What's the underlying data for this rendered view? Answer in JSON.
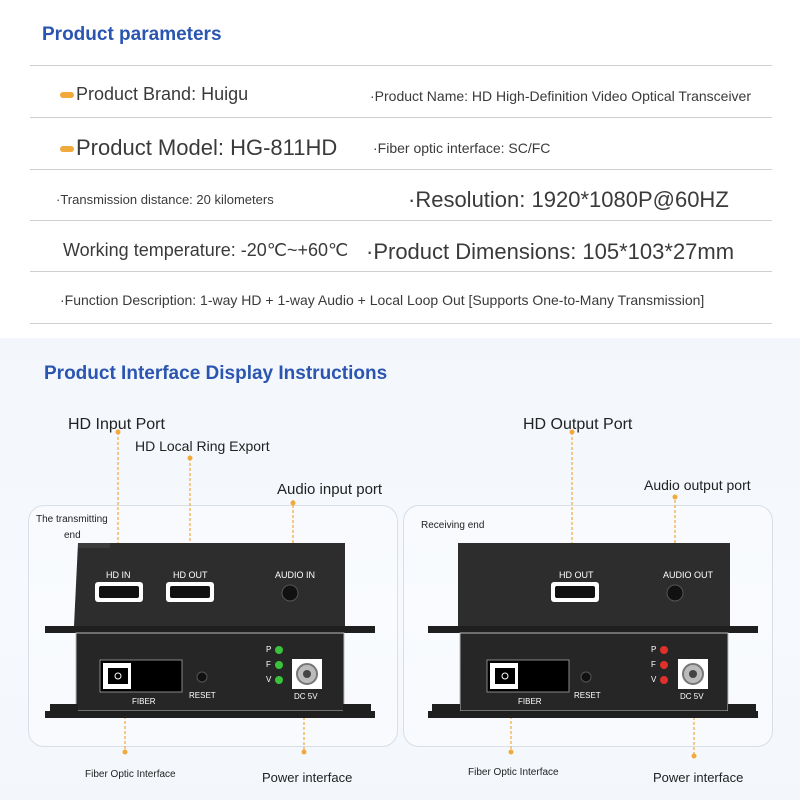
{
  "params_title": "Product parameters",
  "params": {
    "brand": "Product Brand: Huigu",
    "name": "·Product Name: HD High-Definition Video Optical Transceiver",
    "model": "Product Model: HG-811HD",
    "fiber": "·Fiber optic interface: SC/FC",
    "distance": "·Transmission distance: 20 kilometers",
    "resolution": "·Resolution: 1920*1080P@60HZ",
    "temperature": "Working temperature: -20℃~+60℃",
    "dimensions": "·Product Dimensions: 105*103*27mm",
    "function": "·Function Description: 1-way HD + 1-way Audio + Local Loop Out [Supports One-to-Many Transmission]"
  },
  "interface_title": "Product Interface Display Instructions",
  "transmitter": {
    "end_label_1": "The transmitting",
    "end_label_2": "end",
    "hd_input_port": "HD Input Port",
    "hd_local_ring": "HD Local Ring Export",
    "audio_input_port": "Audio input port",
    "fiber_optic_interface": "Fiber Optic Interface",
    "power_interface": "Power interface",
    "hdmi_in": "HD IN",
    "hdmi_out": "HD OUT",
    "audio_in": "AUDIO IN",
    "fiber": "FIBER",
    "reset": "RESET",
    "led_p": "P",
    "led_f": "F",
    "led_v": "V",
    "dc": "DC 5V"
  },
  "receiver": {
    "end_label": "Receiving end",
    "hd_output_port": "HD Output Port",
    "audio_output_port": "Audio output port",
    "fiber_optic_interface": "Fiber Optic Interface",
    "power_interface": "Power interface",
    "hdmi_out": "HD OUT",
    "audio_out": "AUDIO OUT",
    "fiber": "FIBER",
    "reset": "RESET",
    "led_p": "P",
    "led_f": "F",
    "led_v": "V",
    "dc": "DC 5V"
  },
  "colors": {
    "title_blue": "#2a55b0",
    "callout_orange": "#f2a93b",
    "led_green": "#3bc23b",
    "led_red": "#e0302a",
    "device_body": "#2b2b2b"
  }
}
